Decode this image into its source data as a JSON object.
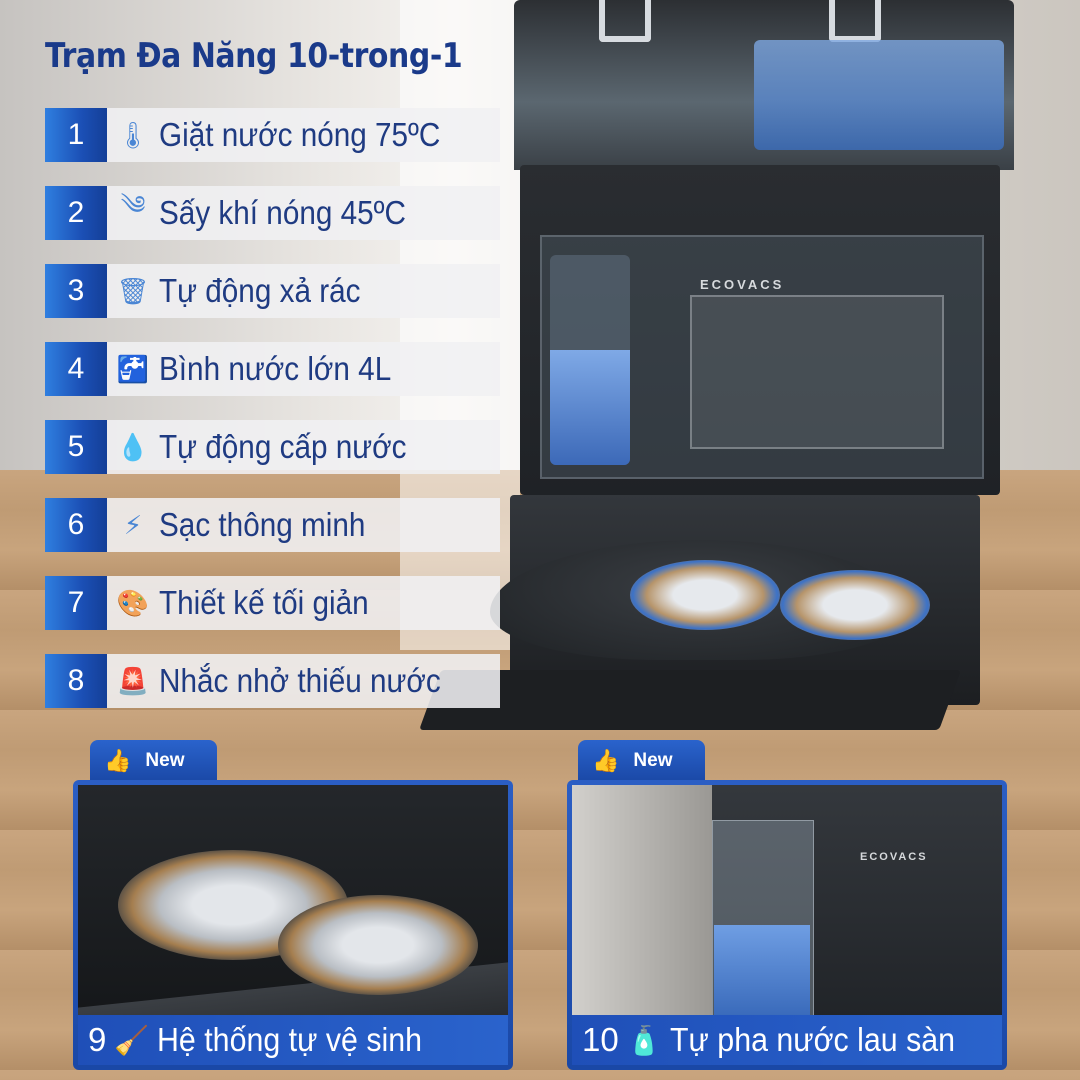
{
  "title": "Trạm Đa Năng 10-trong-1",
  "brand": "ECOVACS",
  "features": [
    {
      "number": "1",
      "icon": "thermometer-icon",
      "glyph": "🌡",
      "label": "Giặt nước nóng 75ºC"
    },
    {
      "number": "2",
      "icon": "wind-icon",
      "glyph": "༄",
      "label": "Sấy khí nóng 45ºC"
    },
    {
      "number": "3",
      "icon": "trash-bin-icon",
      "glyph": "🗑",
      "label": "Tự động xả rác"
    },
    {
      "number": "4",
      "icon": "faucet-icon",
      "glyph": "🚰",
      "label": "Bình nước lớn 4L"
    },
    {
      "number": "5",
      "icon": "water-drop-icon",
      "glyph": "💧",
      "label": "Tự động cấp nước"
    },
    {
      "number": "6",
      "icon": "lightning-icon",
      "glyph": "⚡",
      "label": "Sạc thông minh"
    },
    {
      "number": "7",
      "icon": "palette-icon",
      "glyph": "🎨",
      "label": "Thiết kế tối giản"
    },
    {
      "number": "8",
      "icon": "siren-icon",
      "glyph": "🚨",
      "label": "Nhắc nhở thiếu nước"
    }
  ],
  "panels": [
    {
      "tag": "New",
      "tag_icon": "thumbs-up-icon",
      "number": "9",
      "icon": "broom-icon",
      "glyph": "🧹",
      "label": "Hệ thống tự vệ sinh"
    },
    {
      "tag": "New",
      "tag_icon": "thumbs-up-icon",
      "number": "10",
      "icon": "soap-bottle-icon",
      "glyph": "🧴",
      "label": "Tự pha nước lau sàn"
    }
  ]
}
